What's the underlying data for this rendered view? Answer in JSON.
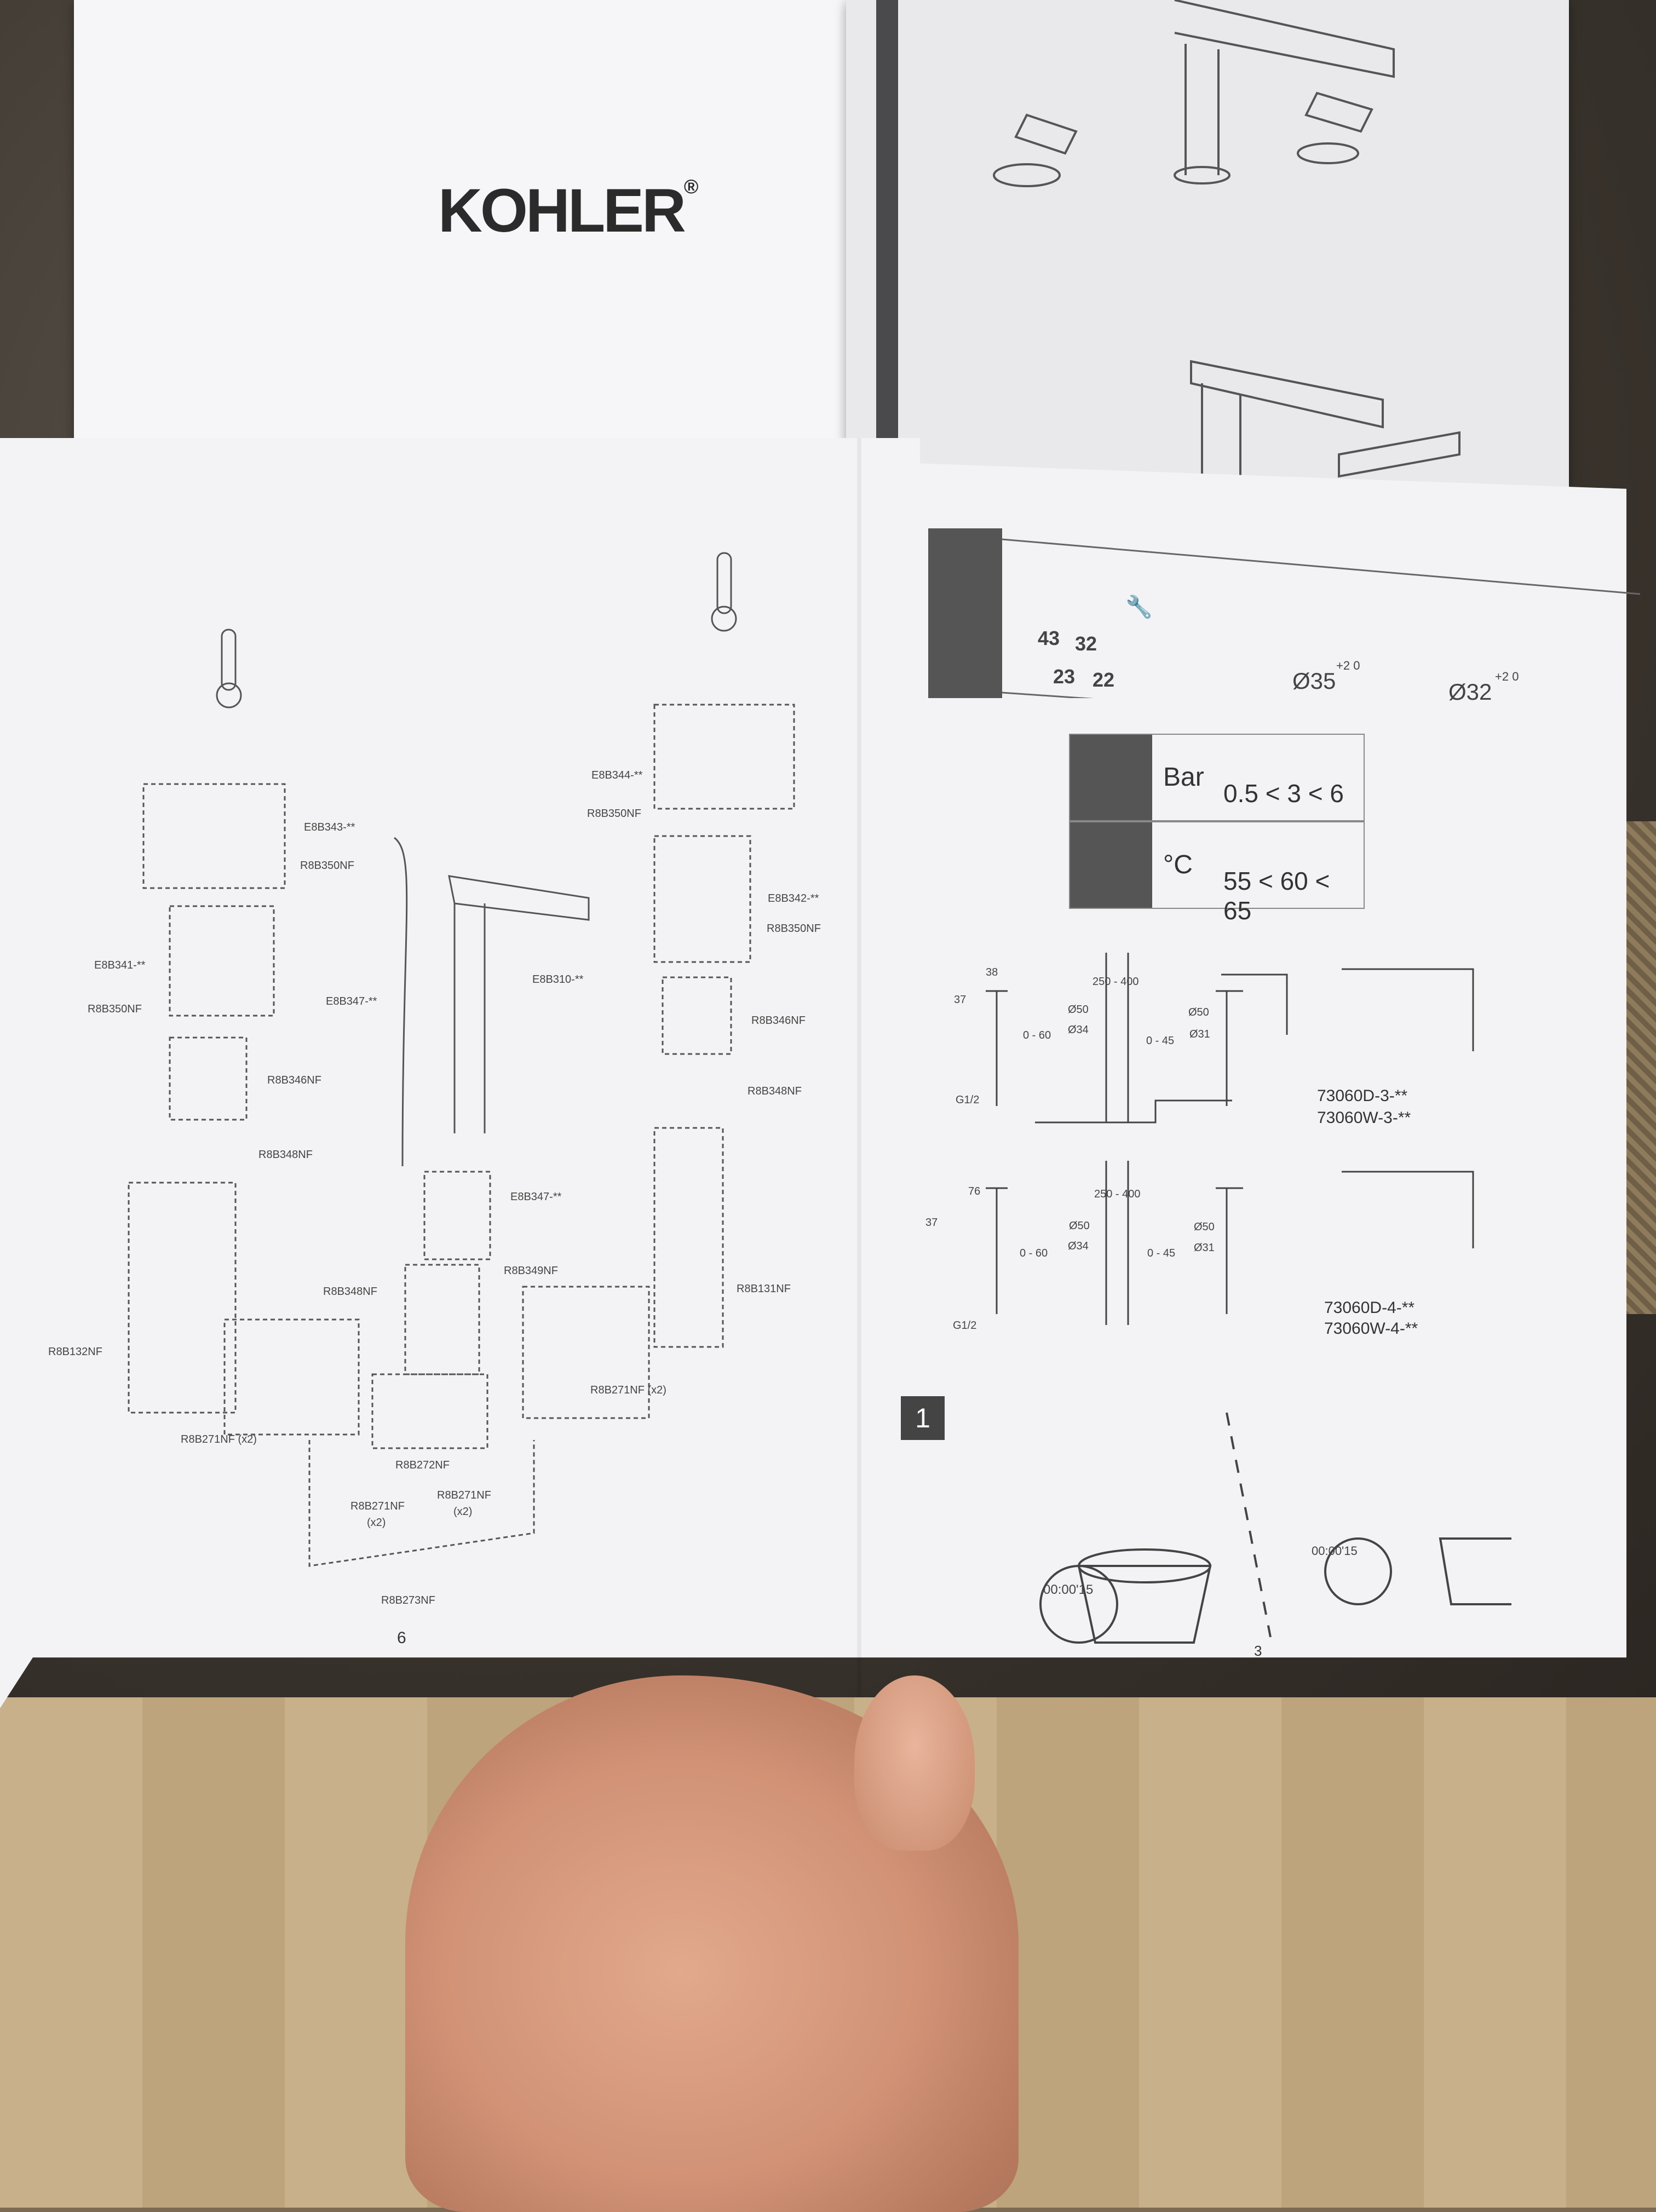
{
  "brand": {
    "logo_text": "KOHLER",
    "registered_mark": "®"
  },
  "left_page": {
    "page_number": "6",
    "parts": [
      "E8B343-**",
      "R8B350NF",
      "E8B341-**",
      "R8B350NF",
      "R8B346NF",
      "R8B348NF",
      "R8B132NF",
      "R8B271NF (x2)",
      "E8B347-**",
      "E8B310-**",
      "E8B347-**",
      "R8B349NF",
      "R8B348NF",
      "R8B271NF",
      "(x2)",
      "R8B272NF",
      "R8B271NF",
      "(x2)",
      "R8B273NF",
      "E8B344-**",
      "R8B350NF",
      "E8B342-**",
      "R8B350NF",
      "R8B346NF",
      "R8B348NF",
      "R8B131NF",
      "R8B271NF (x2)"
    ]
  },
  "right_page": {
    "page_number": "3",
    "tools": [
      "43",
      "32",
      "23",
      "22"
    ],
    "hole_sizes": [
      "Ø35",
      "Ø32"
    ],
    "hole_tolerance": "+2 0",
    "table": {
      "pressure_unit": "Bar",
      "pressure_range_low": "0.5 <",
      "pressure_range_mid": "3",
      "pressure_range_high": "< 6",
      "temp_unit": "°C",
      "temp_range_low": "55",
      "temp_range_mid": "< 60",
      "temp_range_high": "< 65"
    },
    "dims_1": [
      "38",
      "37",
      "250 - 400",
      "Ø50",
      "Ø34",
      "0 - 60",
      "0 - 45",
      "Ø50",
      "Ø31",
      "G1/2"
    ],
    "dims_2": [
      "76",
      "37",
      "250 - 400",
      "Ø50",
      "Ø34",
      "0 - 60",
      "0 - 45",
      "Ø50",
      "Ø31",
      "G1/2"
    ],
    "models_1": [
      "73060D-3-**",
      "73060W-3-**"
    ],
    "models_2": [
      "73060D-4-**",
      "73060W-4-**"
    ],
    "step": "1",
    "timer_text": "00:00'15"
  }
}
